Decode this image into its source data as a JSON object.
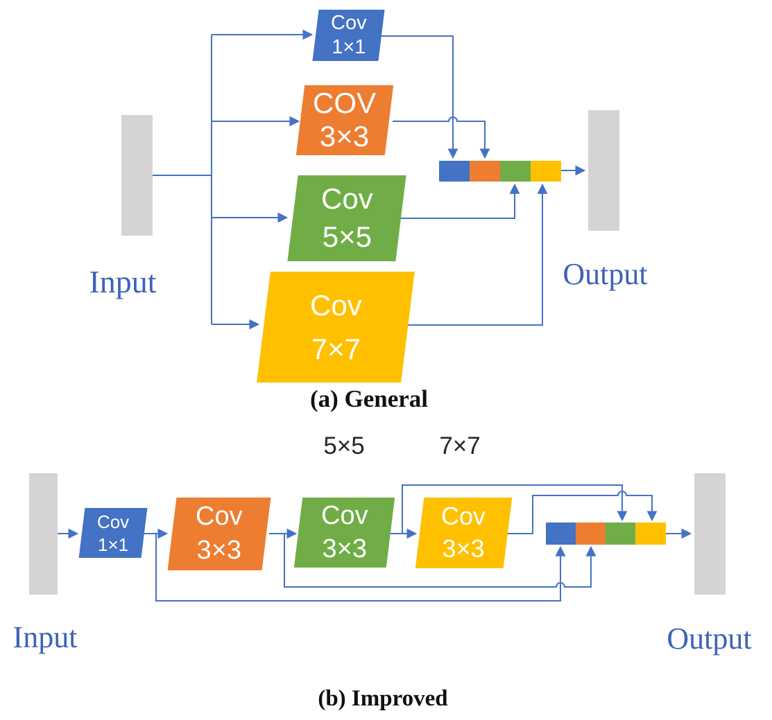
{
  "palette": {
    "block_blue": "#4472C4",
    "block_orange": "#ED7D31",
    "block_green": "#70AD47",
    "block_yellow": "#FFC000",
    "tensor_gray": "#D5D3D3",
    "wire_blue": "#4472C4",
    "io_label_blue": "#3E62B8",
    "caption_black": "#111111",
    "block_text_white": "#FFFFFF"
  },
  "diagram_a": {
    "caption": "(a) General",
    "input_label": "Input",
    "output_label": "Output",
    "blocks": [
      {
        "name": "Cov",
        "size": "1×1",
        "color": "blue"
      },
      {
        "name": "COV",
        "size": "3×3",
        "color": "orange"
      },
      {
        "name": "Cov",
        "size": "5×5",
        "color": "green"
      },
      {
        "name": "Cov",
        "size": "7×7",
        "color": "yellow"
      }
    ],
    "concat_order": [
      "blue",
      "orange",
      "green",
      "yellow"
    ]
  },
  "diagram_b": {
    "caption": "(b) Improved",
    "input_label": "Input",
    "output_label": "Output",
    "receptive_field_labels": [
      "5×5",
      "7×7"
    ],
    "blocks": [
      {
        "name": "Cov",
        "size": "1×1",
        "color": "blue"
      },
      {
        "name": "Cov",
        "size": "3×3",
        "color": "orange"
      },
      {
        "name": "Cov",
        "size": "3×3",
        "color": "green"
      },
      {
        "name": "Cov",
        "size": "3×3",
        "color": "yellow"
      }
    ],
    "concat_order": [
      "blue",
      "orange",
      "green",
      "yellow"
    ]
  }
}
